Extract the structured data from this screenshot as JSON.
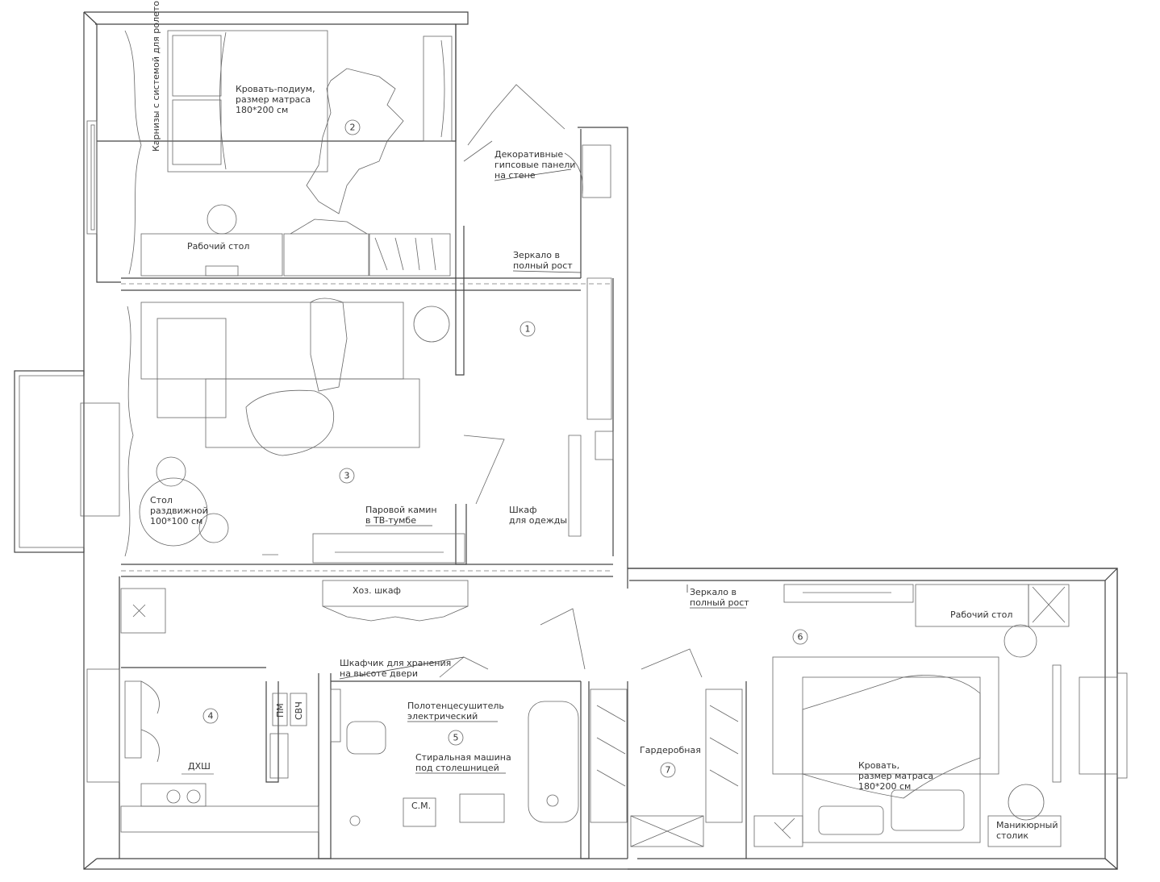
{
  "labels": {
    "curtains": "Карнизы с системой для ролетов",
    "bed1": [
      "Кровать-подиум,",
      "размер матраса",
      "180*200 см"
    ],
    "deco_panels": [
      "Декоративные",
      "гипсовые панели",
      "на стене"
    ],
    "desk1": "Рабочий стол",
    "mirror1": [
      "Зеркало в",
      "полный рост"
    ],
    "table_round": [
      "Стол",
      "раздвижной",
      "100*100 см"
    ],
    "fireplace": [
      "Паровой камин",
      "в ТВ-тумбе"
    ],
    "wardrobe": [
      "Шкаф",
      "для одежды"
    ],
    "utility": "Хоз. шкаф",
    "storage": [
      "Шкафчик для хранения",
      "на высоте двери"
    ],
    "towel": [
      "Полотенцесушитель",
      "электрический"
    ],
    "washer": [
      "Стиральная машина",
      "под столешницей"
    ],
    "dressing": "Гардеробная",
    "mirror2": [
      "Зеркало в",
      "полный рост"
    ],
    "desk2": "Рабочий стол",
    "bed2": [
      "Кровать,",
      "размер матраса",
      "180*200 см"
    ],
    "dresser": [
      "Маникюрный",
      "столик"
    ],
    "dhw": "ДХШ",
    "pm": "ПМ",
    "svch": "СВЧ",
    "sm": "С.М."
  },
  "rooms": [
    "1",
    "2",
    "3",
    "4",
    "5",
    "6",
    "7"
  ]
}
